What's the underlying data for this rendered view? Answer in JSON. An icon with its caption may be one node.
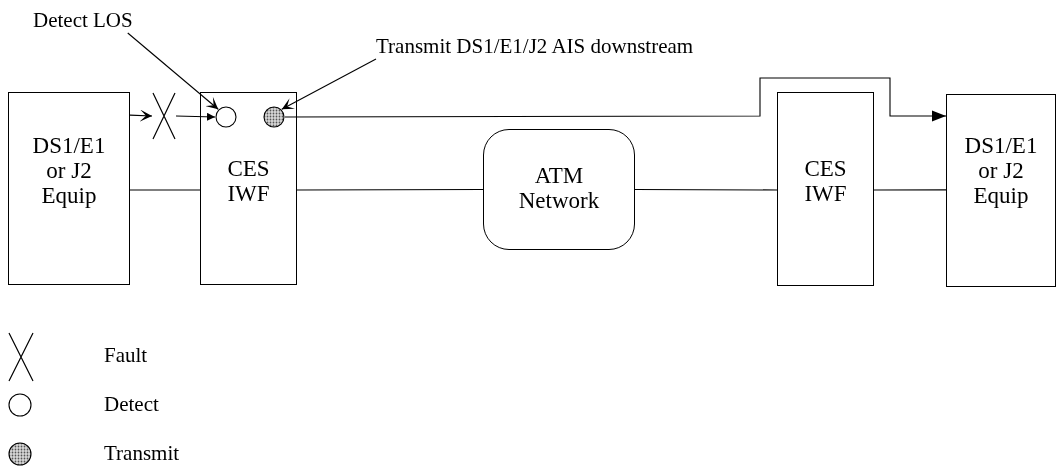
{
  "diagram": {
    "nodes": [
      {
        "text": [
          "DS1/E1 or J2 Equip"
        ]
      },
      {
        "text": [
          "CES IWF"
        ]
      },
      {
        "text": [
          "ATM Network"
        ]
      },
      {
        "text": [
          "CES IWF"
        ]
      },
      {
        "text": [
          "DS1/E1 or J2 Equip"
        ]
      },
      {
        "text": [],
        "shape": "cross"
      },
      {
        "text": [],
        "shape": "circle",
        "in": 1
      },
      {
        "text": [],
        "shape": "circle",
        "in": 1
      },
      {
        "text": [
          "Detect LOS"
        ]
      },
      {
        "text": [
          "Transmit DS1/E1/J2 AIS downstream"
        ]
      }
    ],
    "edges": [
      {
        "from": 0,
        "to": 5,
        "arrow": "to"
      },
      {
        "from": 5,
        "to": 6,
        "arrow": "to"
      },
      {
        "from": 7,
        "to": 4,
        "arrow": "to"
      },
      {
        "from": 0,
        "to": 1,
        "arrow": "none"
      },
      {
        "from": 1,
        "to": 2,
        "arrow": "none"
      },
      {
        "from": 2,
        "to": 3,
        "arrow": "none"
      },
      {
        "from": 3,
        "to": 4,
        "arrow": "none"
      },
      {
        "from": 8,
        "to": 6,
        "arrow": "to"
      },
      {
        "from": 9,
        "to": 7,
        "arrow": "to"
      }
    ],
    "legend": [
      {
        "text": "Fault"
      },
      {
        "text": "Detect"
      },
      {
        "text": "Transmit"
      }
    ]
  }
}
